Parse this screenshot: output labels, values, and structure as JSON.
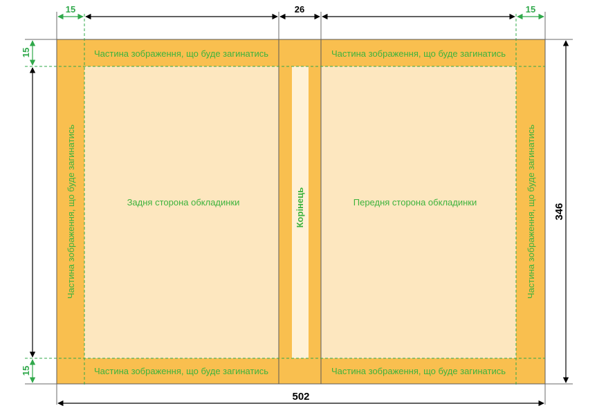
{
  "colors": {
    "margin_fill": "#F9BF4F",
    "panel_fill": "#FDE7BF",
    "spine_strip": "#FFF1D6",
    "label_green": "#3DB33D",
    "guide_green": "#2FA84A",
    "outline": "#5A5A5A",
    "dimension": "#000000"
  },
  "labels": {
    "fold_top_left": "Частина зображення, що буде загинатись",
    "fold_top_right": "Частина зображення, що буде загинатись",
    "fold_bottom_left": "Частина зображення, що буде загинатись",
    "fold_bottom_right": "Частина зображення, що буде загинатись",
    "fold_left": "Частина зображення, що буде загинатись",
    "fold_right": "Частина зображення, що буде загинатись",
    "back_cover": "Задня сторона обкладинки",
    "front_cover": "Передня сторона обкладинки",
    "spine": "Корінець"
  },
  "dimensions": {
    "left_margin": "15",
    "right_margin": "15",
    "spine_width": "26",
    "top_margin": "15",
    "bottom_margin": "15",
    "total_width": "502",
    "total_height": "346"
  }
}
